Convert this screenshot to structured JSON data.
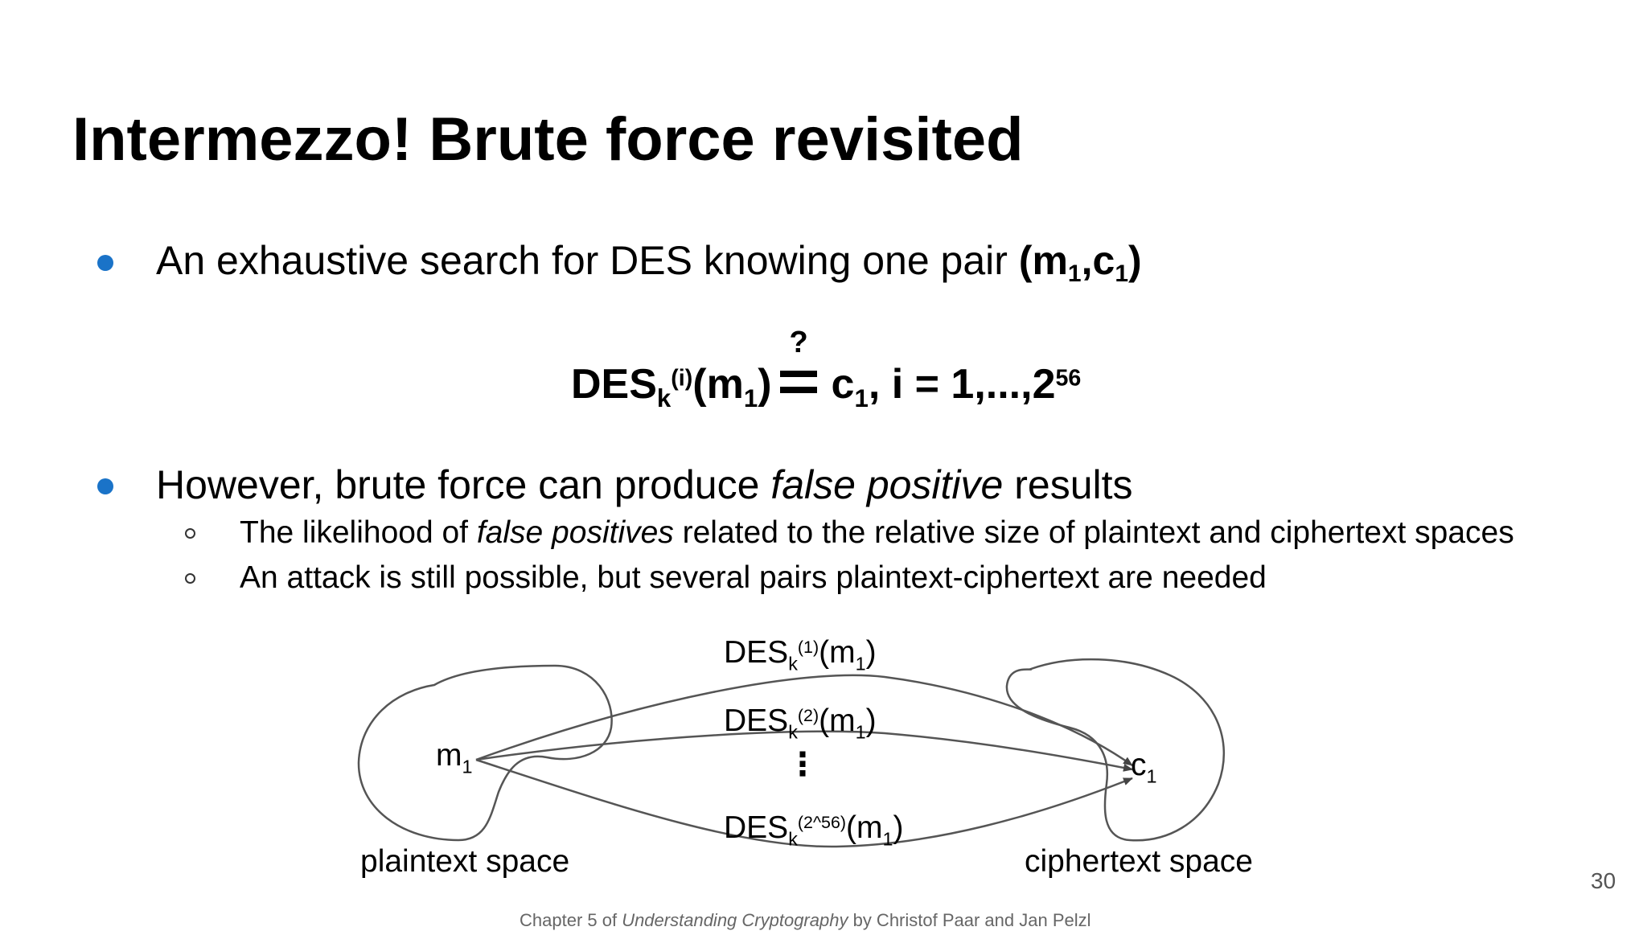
{
  "slide": {
    "title": "Intermezzo! Brute force revisited",
    "bullet1": {
      "text": "An exhaustive search for DES knowing one pair ",
      "pair_open": "(m",
      "pair_sub1": "1",
      "pair_comma": ",c",
      "pair_sub2": "1",
      "pair_close": ")"
    },
    "equation": {
      "des": "DES",
      "k_sub": "k",
      "i_sup": "(i)",
      "arg_open": "(m",
      "arg_sub": "1",
      "arg_close": ")",
      "question_mark": "?",
      "c": "c",
      "c_sub": "1",
      "tail": ", i = 1,...,2",
      "exp": "56"
    },
    "bullet2": {
      "before": "However, brute force can produce ",
      "italic": "false positive",
      "after": " results"
    },
    "sub1": {
      "before": "The likelihood of ",
      "italic": "false positives",
      "after": " related to the relative size of plaintext and ciphertext spaces"
    },
    "sub2": {
      "text": "An attack is still possible, but several pairs plaintext-ciphertext are needed"
    },
    "diagram": {
      "label1": {
        "des": "DES",
        "k": "k",
        "sup": "(1)",
        "arg": "(m",
        "sub": "1",
        "close": ")"
      },
      "label2": {
        "des": "DES",
        "k": "k",
        "sup": "(2)",
        "arg": "(m",
        "sub": "1",
        "close": ")"
      },
      "label3": {
        "des": "DES",
        "k": "k",
        "sup": "(2^56)",
        "arg": "(m",
        "sub": "1",
        "close": ")"
      },
      "vertical_dots": "⋮",
      "m_label": "m",
      "m_sub": "1",
      "c_label": "c",
      "c_sub": "1",
      "plaintext_space": "plaintext space",
      "ciphertext_space": "ciphertext space"
    },
    "page_number": "30",
    "footer": {
      "before": "Chapter 5 of ",
      "italic": "Understanding Cryptography",
      "after": " by Christof Paar and Jan Pelzl"
    }
  }
}
